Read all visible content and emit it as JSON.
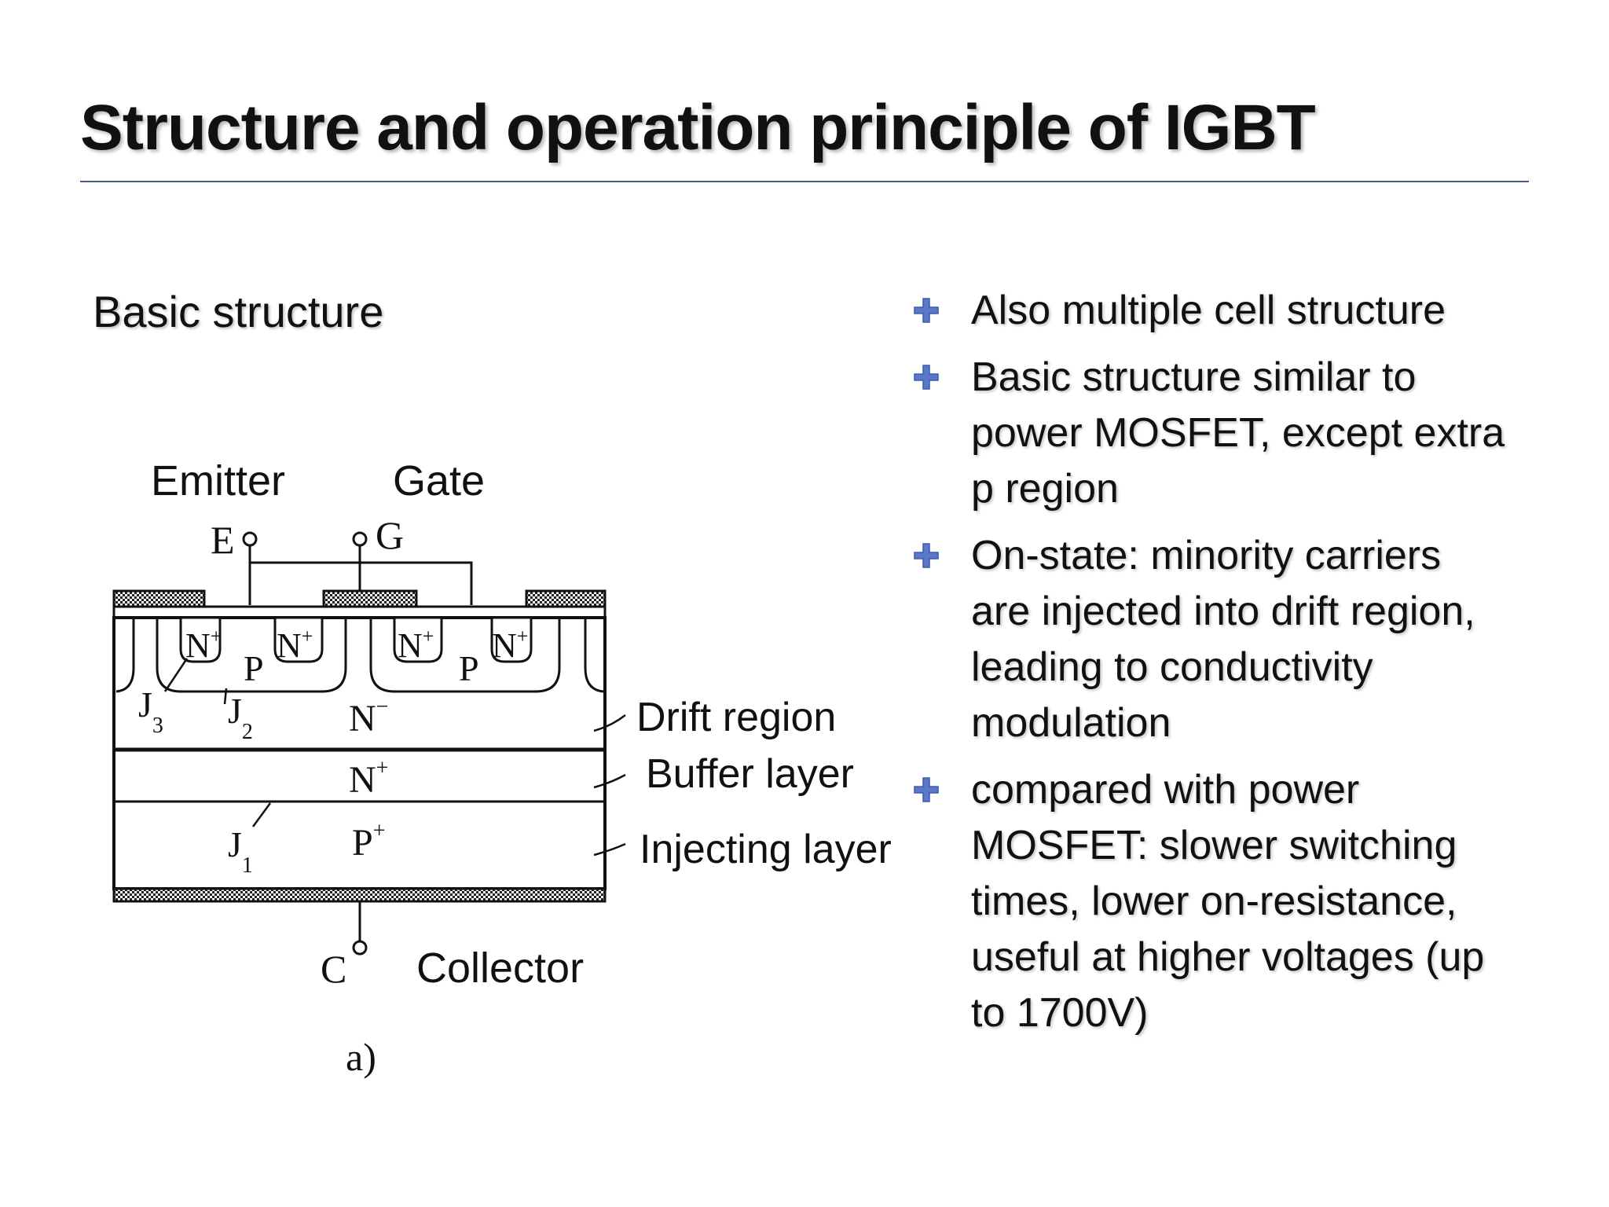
{
  "title": "Structure and operation principle of IGBT",
  "section_heading": "Basic structure",
  "diagram": {
    "labels": {
      "emitter": "Emitter",
      "gate": "Gate",
      "e_terminal": "E",
      "g_terminal": "G",
      "c_terminal": "C",
      "collector": "Collector",
      "drift_region": "Drift region",
      "buffer_layer": "Buffer layer",
      "injecting_layer": "Injecting layer",
      "caption": "a)"
    },
    "regions": {
      "n_plus_base": "N",
      "n_plus_sup": "+",
      "p": "P",
      "n_minus_base": "N",
      "n_minus_sup": "−",
      "buffer_base": "N",
      "buffer_sup": "+",
      "p_plus_base": "P",
      "p_plus_sup": "+"
    },
    "junctions": {
      "j_base": "J",
      "j1_sub": "1",
      "j2_sub": "2",
      "j3_sub": "3"
    }
  },
  "bullets": [
    "Also multiple cell structure",
    "Basic structure similar to power MOSFET, except extra p region",
    "On-state: minority carriers are injected into drift region, leading to conductivity modulation",
    "compared with power MOSFET: slower switching times, lower on-resistance, useful at higher voltages (up to 1700V)"
  ],
  "bullet_icon": "plus-icon",
  "colors": {
    "bullet_icon": "#5a78c8",
    "title_rule": "#4a5a8a"
  }
}
